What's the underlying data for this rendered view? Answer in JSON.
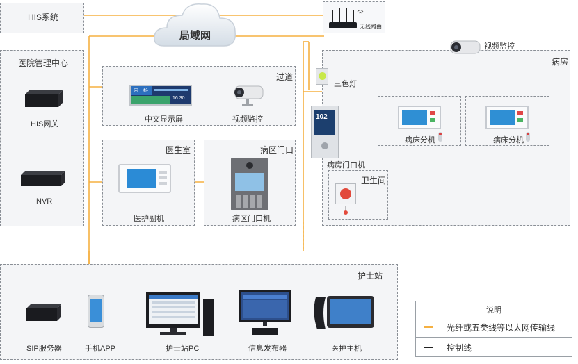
{
  "colors": {
    "ethernet": "#f5b041",
    "control": "#222222",
    "frame": "#8a8f96"
  },
  "his_system": {
    "title": "HIS系统"
  },
  "lan": {
    "label": "局域网"
  },
  "router": {
    "label": "无线路由"
  },
  "hospital_center": {
    "title": "医院管理中心",
    "devices": [
      {
        "label": "HIS网关"
      },
      {
        "label": "NVR"
      }
    ]
  },
  "corridor": {
    "title": "过道",
    "display": {
      "label": "中文显示屏",
      "screen_text": "内一科",
      "clock": "16:30"
    },
    "camera": {
      "label": "视频监控"
    }
  },
  "doctor_room": {
    "title": "医生室",
    "device": {
      "label": "医护副机"
    }
  },
  "ward_door": {
    "title": "病区门口",
    "device": {
      "label": "病区门口机"
    }
  },
  "ward": {
    "title": "病房",
    "camera_label": "视频监控",
    "tricolor_lamp": "三色灯",
    "door_unit": {
      "label": "病房门口机",
      "screen_number": "102"
    },
    "bed_units": [
      {
        "label": "病床分机"
      },
      {
        "label": "病床分机"
      }
    ],
    "bathroom": {
      "title": "卫生间"
    }
  },
  "nurse_station": {
    "title": "护士站",
    "devices": [
      {
        "label": "SIP服务器"
      },
      {
        "label": "手机APP"
      },
      {
        "label": "护士站PC"
      },
      {
        "label": "信息发布器"
      },
      {
        "label": "医护主机"
      }
    ]
  },
  "legend": {
    "title": "说明",
    "items": [
      {
        "label": "光纤或五类线等以太网传输线"
      },
      {
        "label": "控制线"
      }
    ]
  }
}
